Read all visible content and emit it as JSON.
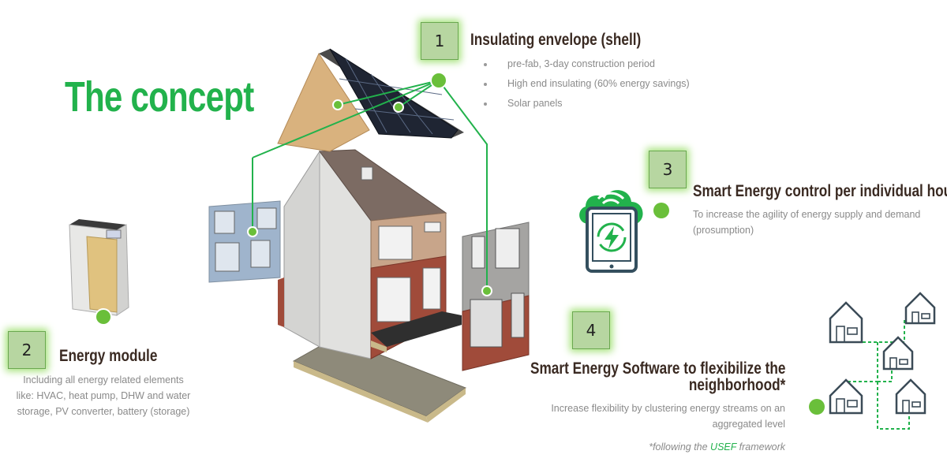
{
  "title": "The concept",
  "sections": [
    {
      "number": "1",
      "heading": "Insulating envelope (shell)",
      "bullets": [
        "pre-fab, 3-day construction period",
        "High end insulating (60% energy savings)",
        "Solar panels"
      ]
    },
    {
      "number": "2",
      "heading": "Energy module",
      "description": "Including all energy related elements like: HVAC, heat pump, DHW and water storage, PV converter, battery (storage)"
    },
    {
      "number": "3",
      "heading": "Smart Energy control per individual house",
      "description": "To increase the agility of energy supply and demand (prosumption)"
    },
    {
      "number": "4",
      "heading_line1": "Smart Energy Software to flexibilize the",
      "heading_line2": "neighborhood*",
      "description": "Increase flexibility by clustering energy streams on an aggregated level"
    }
  ],
  "footnote": {
    "prefix": "*following the ",
    "highlight": "USEF",
    "suffix": " framework"
  },
  "colors": {
    "accent_green": "#22b24c",
    "badge_fill": "#b7d6a1",
    "heading_brown": "#3a2a22",
    "body_gray": "#8a8a8a"
  },
  "icons": [
    "cloud-icon",
    "tablet-icon",
    "lightning-icon",
    "house-network-icon"
  ]
}
